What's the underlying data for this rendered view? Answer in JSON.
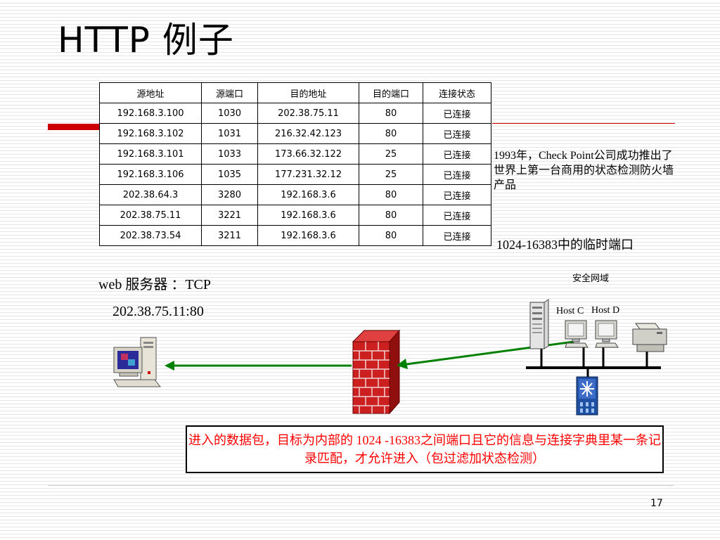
{
  "slide": {
    "title": "HTTP 例子",
    "page_number": "17"
  },
  "table": {
    "headers": [
      "源地址",
      "源端口",
      "目的地址",
      "目的端口",
      "连接状态"
    ],
    "rows": [
      [
        "192.168.3.100",
        "1030",
        "202.38.75.11",
        "80",
        "已连接"
      ],
      [
        "192.168.3.102",
        "1031",
        "216.32.42.123",
        "80",
        "已连接"
      ],
      [
        "192.168.3.101",
        "1033",
        "173.66.32.122",
        "25",
        "已连接"
      ],
      [
        "192.168.3.106",
        "1035",
        "177.231.32.12",
        "25",
        "已连接"
      ],
      [
        "202.38.64.3",
        "3280",
        "192.168.3.6",
        "80",
        "已连接"
      ],
      [
        "202.38.75.11",
        "3221",
        "192.168.3.6",
        "80",
        "已连接"
      ],
      [
        "202.38.73.54",
        "3211",
        "192.168.3.6",
        "80",
        "已连接"
      ]
    ]
  },
  "notes": {
    "checkpoint": "1993年，Check Point公司成功推出了世界上第一台商用的状态检测防火墙产品",
    "temp_ports": "1024-16383中的临时端口"
  },
  "diagram": {
    "web_server_label": "web 服务器 ：TCP",
    "web_server_address": "202.38.75.11:80",
    "secure_zone_label": "安全网域",
    "host_c_label": "Host C",
    "host_d_label": "Host D",
    "arrow_color": "#008000",
    "firewall_color": "#cc2020"
  },
  "callout": {
    "text": "进入的数据包，目标为内部的 1024 -16383之间端口且它的信息与连接字典里某一条记录匹配，才允许进入（包过滤加状态检测）",
    "color": "#ff0000"
  }
}
